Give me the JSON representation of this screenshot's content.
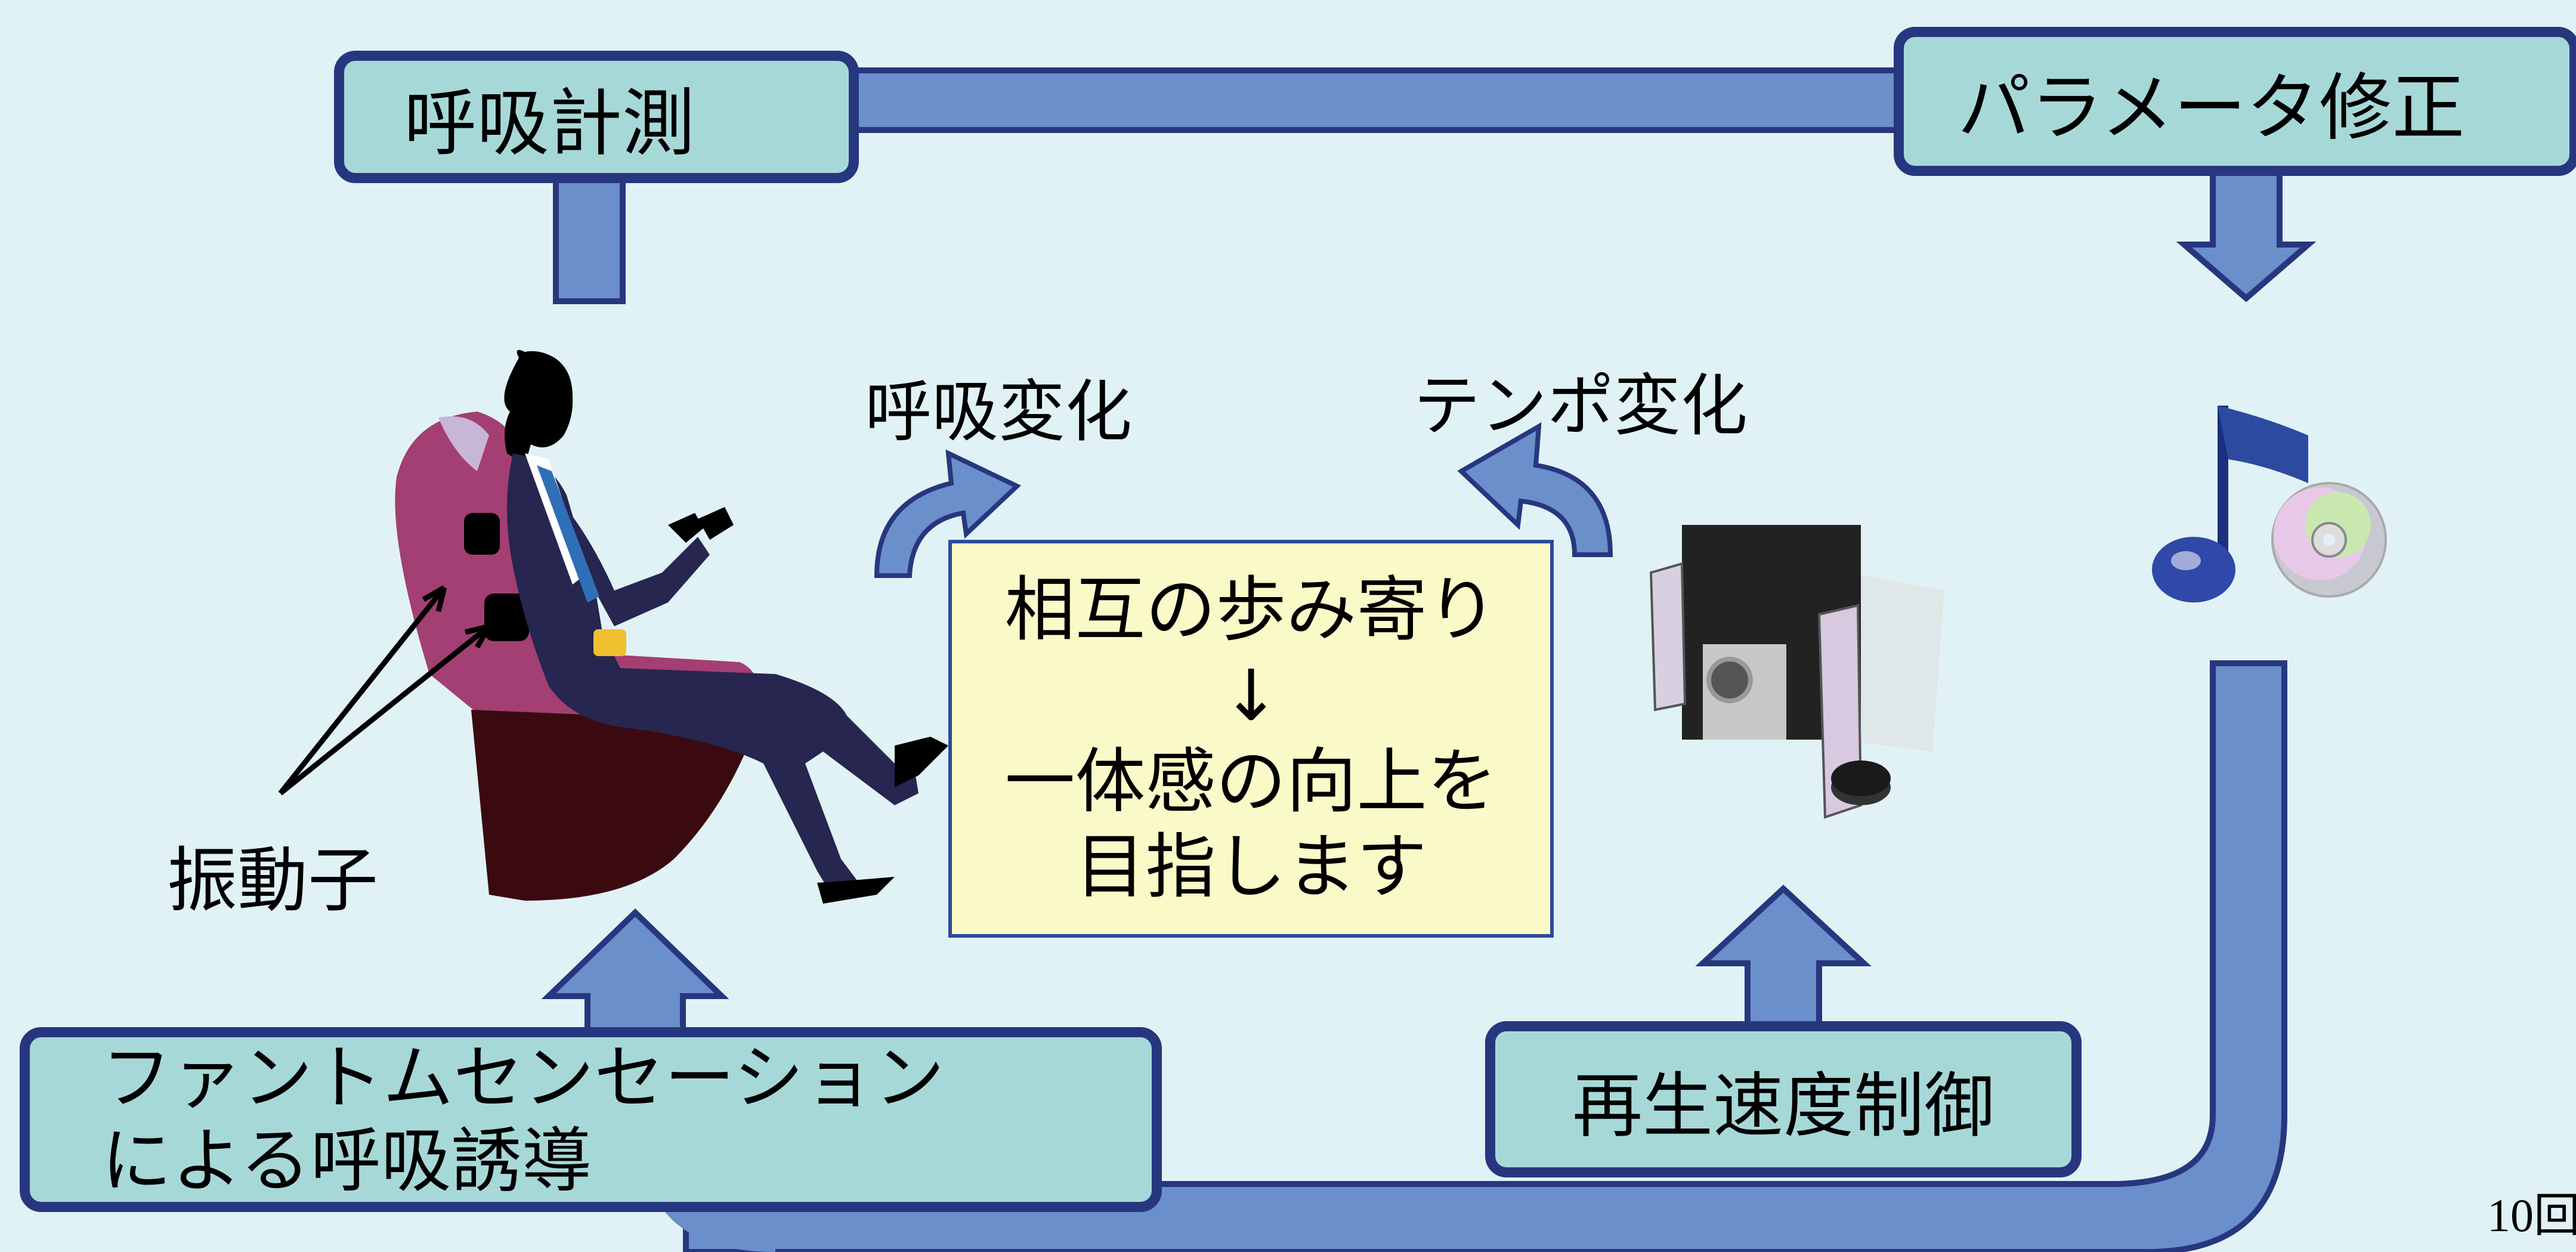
{
  "boxes": {
    "measure": "呼吸計測",
    "param": "パラメータ修正",
    "speed": "再生速度制御",
    "guide_line1": "ファントムセンセーション",
    "guide_line2": "による呼吸誘導"
  },
  "center": {
    "line1": "相互の歩み寄り",
    "arrow": "↓",
    "line2": "一体感の向上を",
    "line3": "目指します"
  },
  "labels": {
    "breath_change": "呼吸変化",
    "tempo_change": "テンポ変化",
    "vibrator": "振動子"
  },
  "corner_note": "10回",
  "colors": {
    "background": "#e0f2f5",
    "arrow_fill": "#6a8fcb",
    "arrow_stroke": "#27377f",
    "box_fill": "#a7d8d8",
    "box_border": "#27377f",
    "center_fill": "#fafac8",
    "chair": "#a33f72",
    "chair_base": "#3a0a10",
    "suit": "#262650"
  },
  "icons": [
    "person-in-chair-icon",
    "speaker-system-icon",
    "music-cd-icon"
  ]
}
